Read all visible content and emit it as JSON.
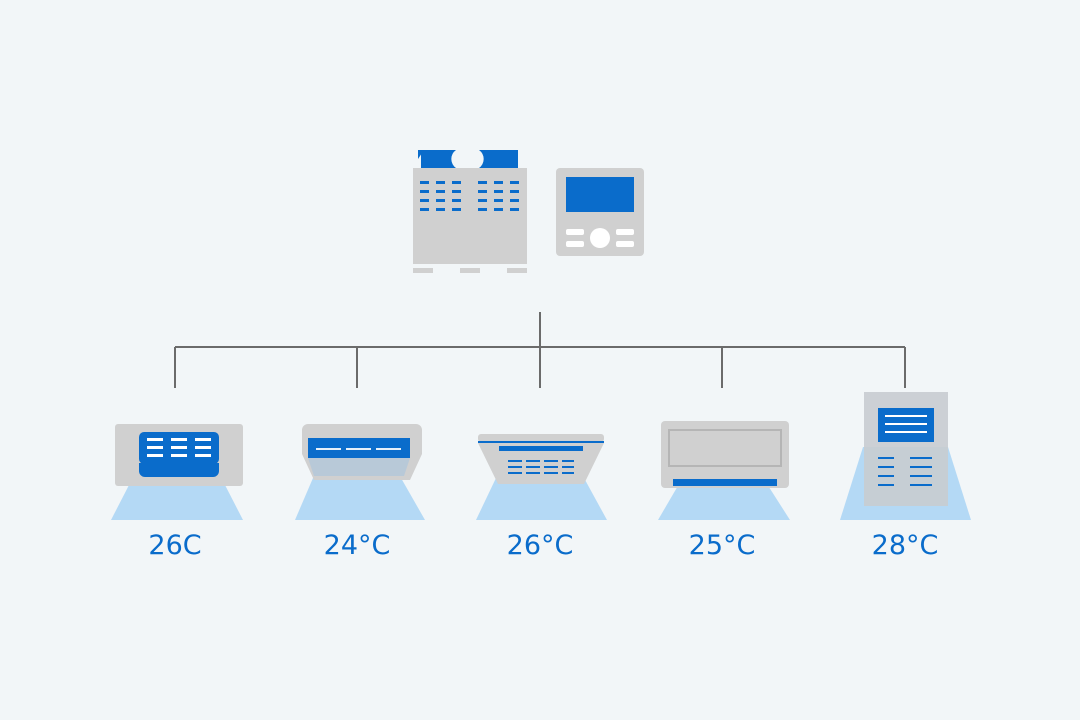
{
  "colors": {
    "background": "#f2f6f8",
    "unit_gray": "#d0d0d0",
    "accent_blue": "#0a6ccb",
    "airflow_blue": "#a9d4f5",
    "line_gray": "#6b6b6b"
  },
  "system": {
    "outdoor_unit": {
      "icon": "outdoor-unit-icon"
    },
    "controller": {
      "icon": "remote-controller-icon"
    }
  },
  "indoor_units": [
    {
      "icon": "ceiling-cassette-icon",
      "temperature": "26C"
    },
    {
      "icon": "ceiling-suspended-icon",
      "temperature": "24°C"
    },
    {
      "icon": "four-way-cassette-icon",
      "temperature": "26°C"
    },
    {
      "icon": "wall-mounted-icon",
      "temperature": "25°C"
    },
    {
      "icon": "floor-standing-icon",
      "temperature": "28°C"
    }
  ]
}
